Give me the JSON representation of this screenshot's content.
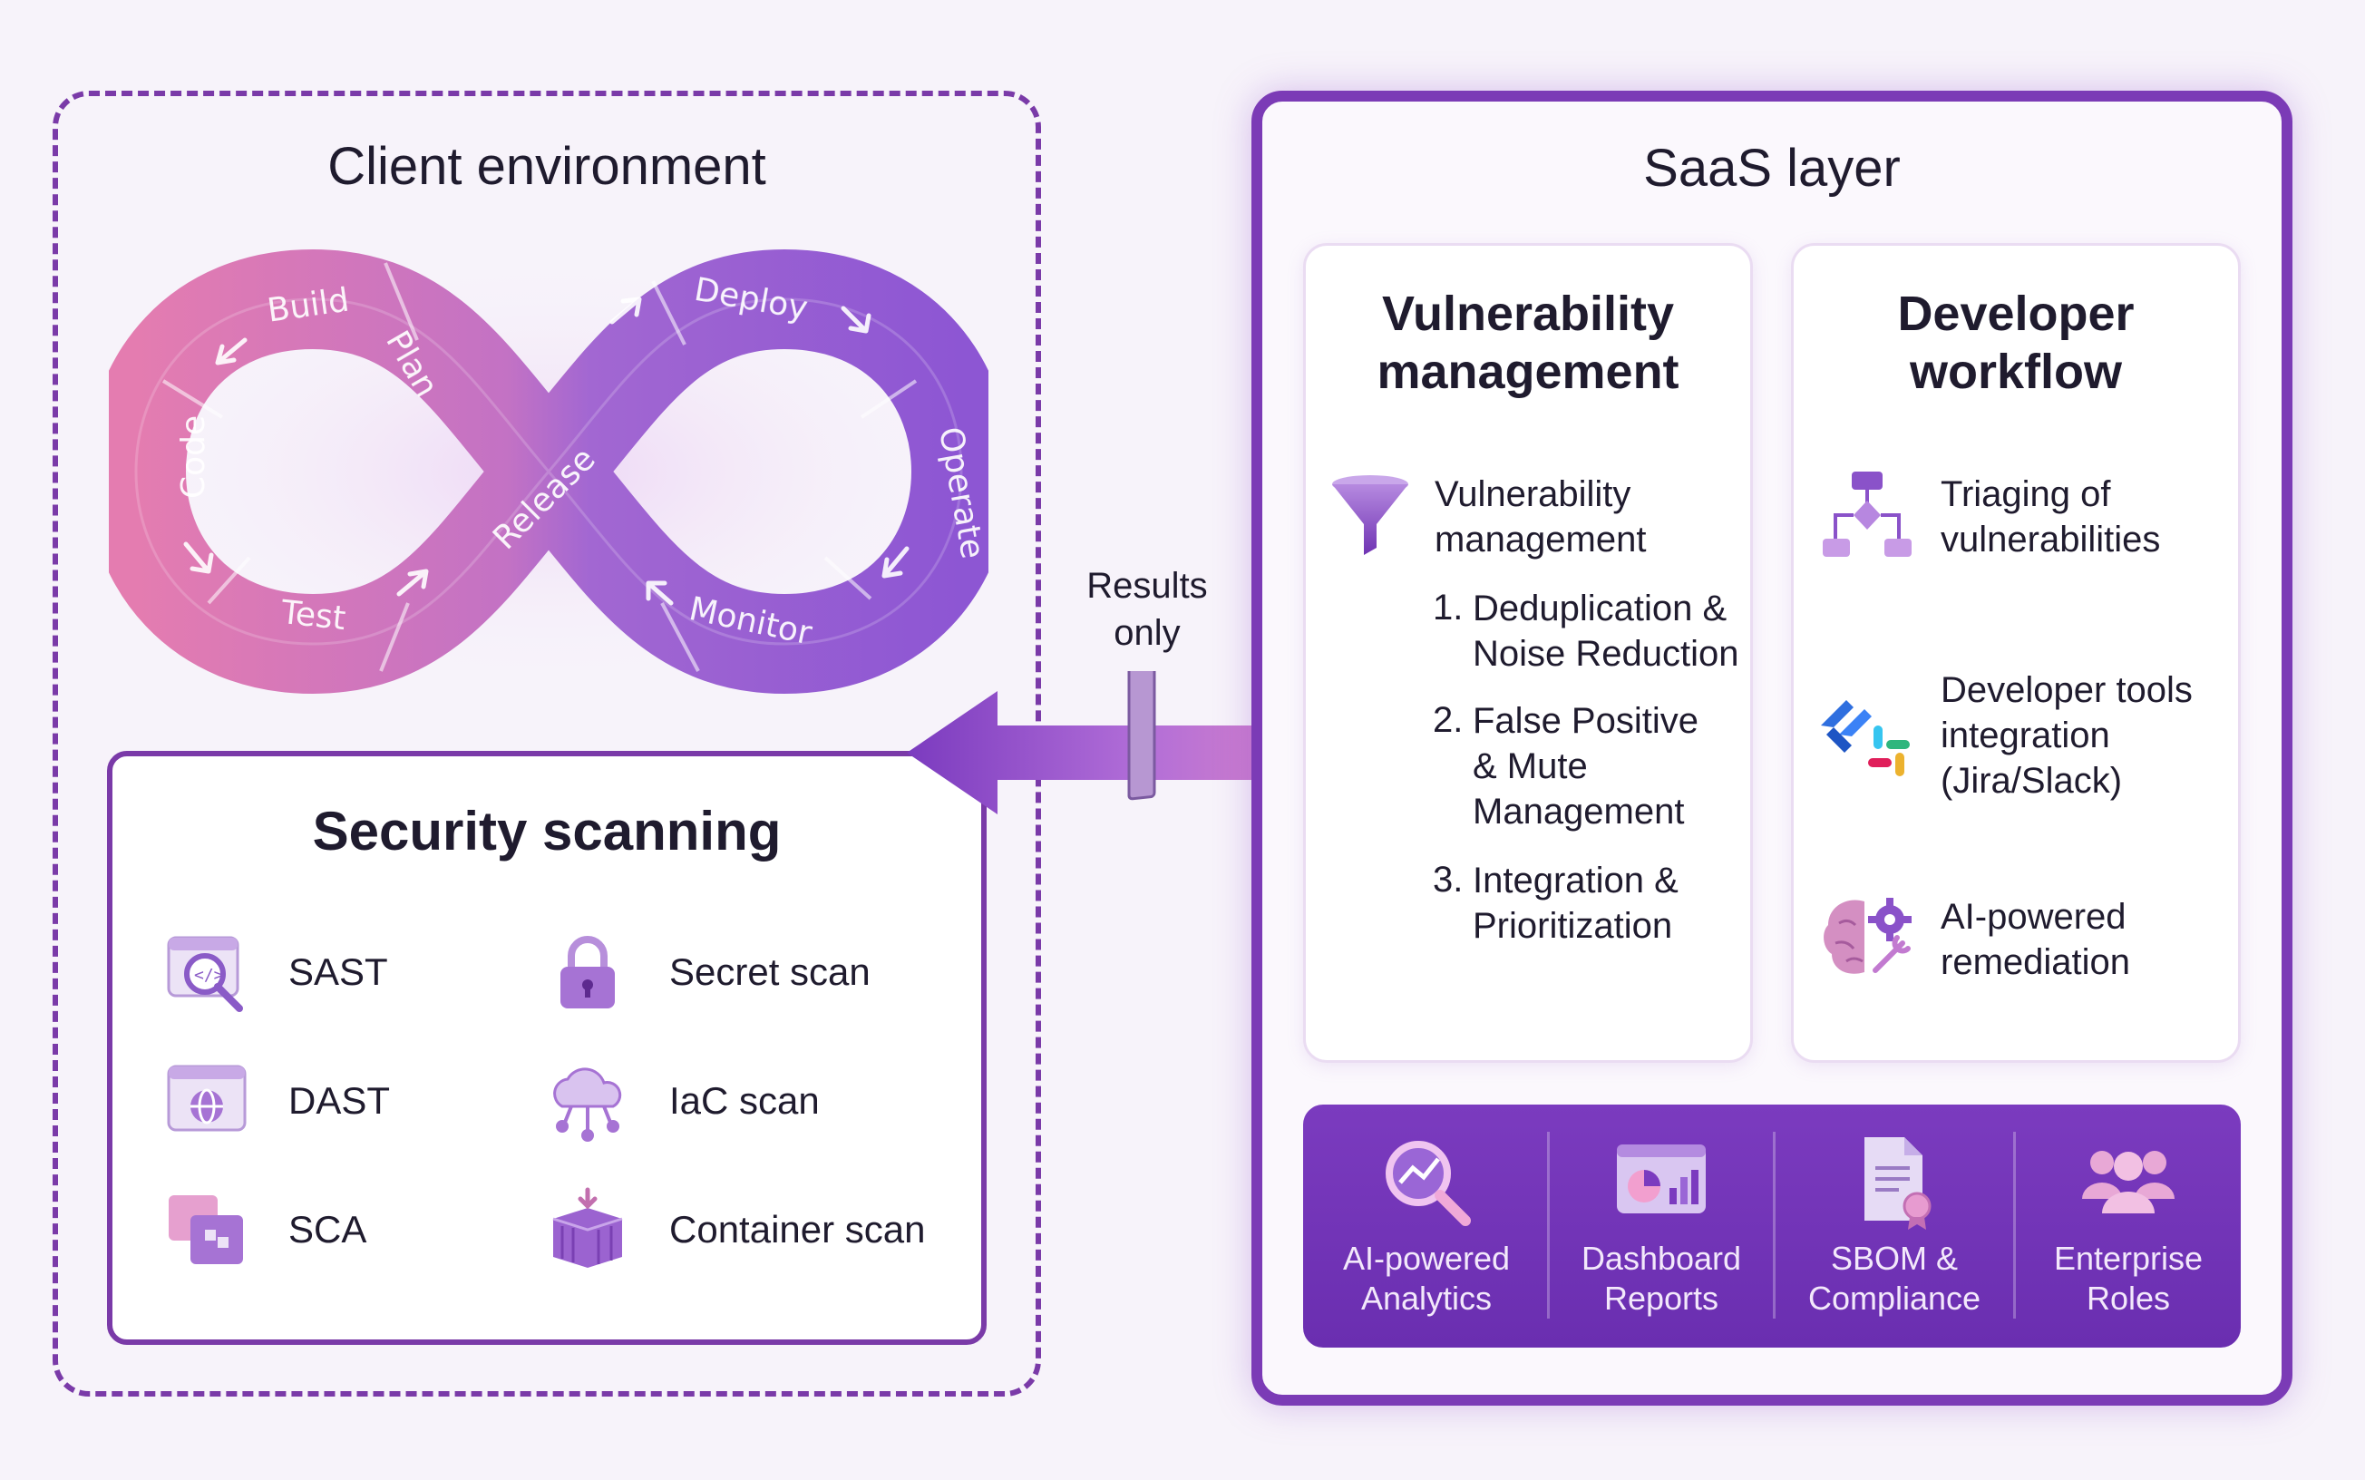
{
  "client": {
    "title": "Client environment",
    "loop_stages": [
      "Build",
      "Plan",
      "Code",
      "Test",
      "Release",
      "Deploy",
      "Operate",
      "Monitor"
    ]
  },
  "scanning": {
    "title": "Security scanning",
    "items": [
      {
        "label": "SAST",
        "icon": "code-search-icon"
      },
      {
        "label": "Secret scan",
        "icon": "lock-icon"
      },
      {
        "label": "DAST",
        "icon": "globe-window-icon"
      },
      {
        "label": "IaC scan",
        "icon": "cloud-network-icon"
      },
      {
        "label": "SCA",
        "icon": "components-icon"
      },
      {
        "label": "Container scan",
        "icon": "container-icon"
      }
    ]
  },
  "connector": {
    "label_line1": "Results",
    "label_line2": "only"
  },
  "saas": {
    "title": "SaaS layer",
    "vuln_card": {
      "title_line1": "Vulnerability",
      "title_line2": "management",
      "intro_line1": "Vulnerability",
      "intro_line2": "management",
      "intro_icon": "funnel-icon",
      "steps": [
        {
          "num": "1.",
          "line1": "Deduplication &",
          "line2": "Noise Reduction",
          "line3": ""
        },
        {
          "num": "2.",
          "line1": "False Positive",
          "line2": "& Mute",
          "line3": "Management"
        },
        {
          "num": "3.",
          "line1": "Integration &",
          "line2": "Prioritization",
          "line3": ""
        }
      ]
    },
    "dev_card": {
      "title_line1": "Developer",
      "title_line2": "workflow",
      "items": [
        {
          "icon": "flowchart-icon",
          "line1": "Triaging of",
          "line2": "vulnerabilities",
          "line3": ""
        },
        {
          "icon": "jira-slack-icon",
          "line1": "Developer tools",
          "line2": "integration",
          "line3": "(Jira/Slack)"
        },
        {
          "icon": "ai-brain-gear-icon",
          "line1": "AI-powered",
          "line2": "remediation",
          "line3": ""
        }
      ]
    },
    "bottom_bar": [
      {
        "icon": "analytics-magnifier-icon",
        "line1": "AI-powered",
        "line2": "Analytics"
      },
      {
        "icon": "dashboard-icon",
        "line1": "Dashboard",
        "line2": "Reports"
      },
      {
        "icon": "document-badge-icon",
        "line1": "SBOM &",
        "line2": "Compliance"
      },
      {
        "icon": "users-group-icon",
        "line1": "Enterprise",
        "line2": "Roles"
      }
    ]
  },
  "colors": {
    "frame_purple": "#7a3aa8",
    "pink": "#e27ab0",
    "violet": "#8b55d0",
    "bar_purple": "#6f31b4"
  }
}
